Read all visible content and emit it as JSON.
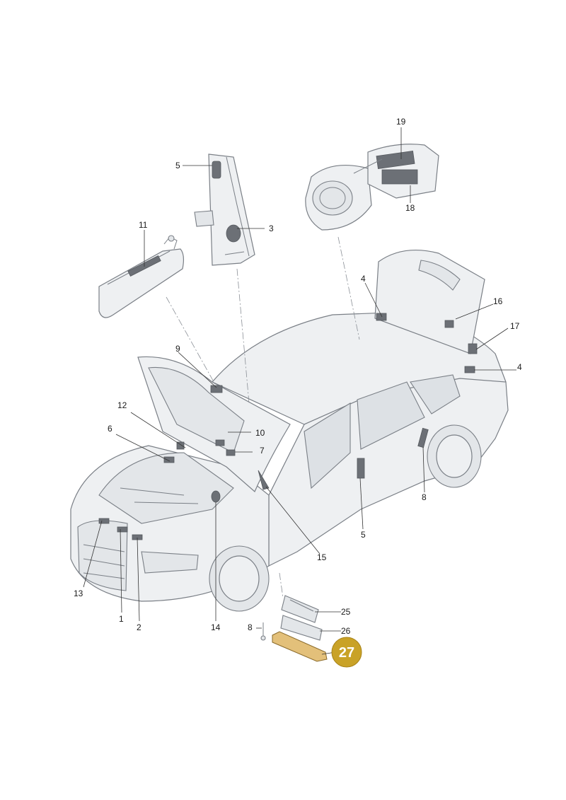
{
  "callouts": [
    {
      "id": "c1",
      "label": "1"
    },
    {
      "id": "c2",
      "label": "2"
    },
    {
      "id": "c3",
      "label": "3"
    },
    {
      "id": "c4a",
      "label": "4"
    },
    {
      "id": "c4b",
      "label": "4"
    },
    {
      "id": "c5a",
      "label": "5"
    },
    {
      "id": "c5b",
      "label": "5"
    },
    {
      "id": "c6",
      "label": "6"
    },
    {
      "id": "c7",
      "label": "7"
    },
    {
      "id": "c8a",
      "label": "8"
    },
    {
      "id": "c8b",
      "label": "8"
    },
    {
      "id": "c9",
      "label": "9"
    },
    {
      "id": "c10",
      "label": "10"
    },
    {
      "id": "c11",
      "label": "11"
    },
    {
      "id": "c12",
      "label": "12"
    },
    {
      "id": "c13",
      "label": "13"
    },
    {
      "id": "c14",
      "label": "14"
    },
    {
      "id": "c15",
      "label": "15"
    },
    {
      "id": "c16",
      "label": "16"
    },
    {
      "id": "c17",
      "label": "17"
    },
    {
      "id": "c18",
      "label": "18"
    },
    {
      "id": "c19",
      "label": "19"
    },
    {
      "id": "c25",
      "label": "25"
    },
    {
      "id": "c26",
      "label": "26"
    }
  ],
  "highlight": {
    "label": "27",
    "color": "#c9a227"
  },
  "colors": {
    "line": "#7a7f86",
    "highlight_part": "#e3c07a"
  }
}
